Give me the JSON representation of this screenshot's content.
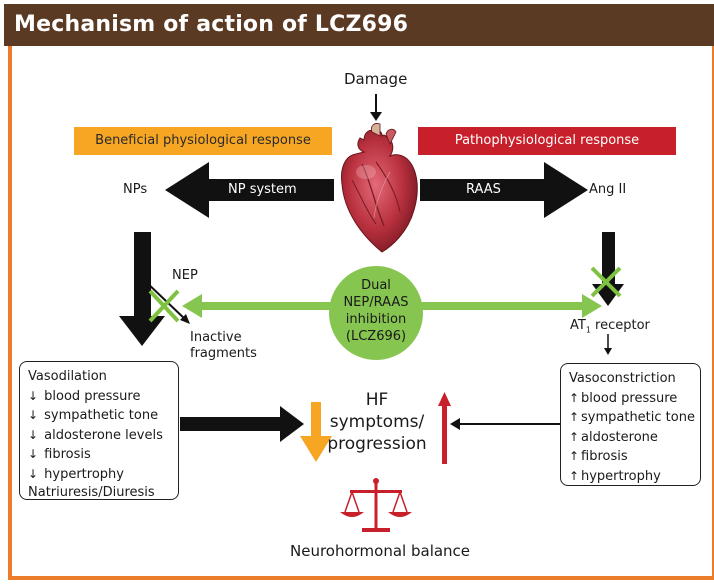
{
  "title": "Mechanism of action of LCZ696",
  "damage": "Damage",
  "beneficial": "Beneficial physiological response",
  "pathophysiological": "Pathophysiological response",
  "nps": "NPs",
  "np_system": "NP system",
  "raas": "RAAS",
  "ang_ii": "Ang II",
  "nep": "NEP",
  "inactive_line1": "Inactive",
  "inactive_line2": "fragments",
  "dual_line1": "Dual",
  "dual_line2": "NEP/RAAS",
  "dual_line3": "inhibition",
  "dual_line4": "(LCZ696)",
  "at1_prefix": "AT",
  "at1_sub": "1",
  "at1_suffix": " receptor",
  "left_box": {
    "heading": "Vasodilation",
    "items": [
      "blood pressure",
      "sympathetic tone",
      "aldosterone levels",
      "fibrosis",
      "hypertrophy"
    ],
    "footer": "Natriuresis/Diuresis"
  },
  "right_box": {
    "heading": "Vasoconstriction",
    "items": [
      "blood pressure",
      "sympathetic tone",
      "aldosterone",
      "fibrosis",
      "hypertrophy"
    ]
  },
  "hf_line1": "HF",
  "hf_line2": "symptoms/",
  "hf_line3": "progression",
  "neuro": "Neurohormonal balance",
  "icons": [
    "heart-icon",
    "scales-icon",
    "down-arrow-icon",
    "up-arrow-icon"
  ],
  "colors": {
    "title_bg": "#5b3a24",
    "border": "#ec7b2a",
    "beneficial": "#f6a623",
    "pathophysiological": "#c8202a",
    "green": "#86c54f",
    "green_x": "#7fc241"
  }
}
